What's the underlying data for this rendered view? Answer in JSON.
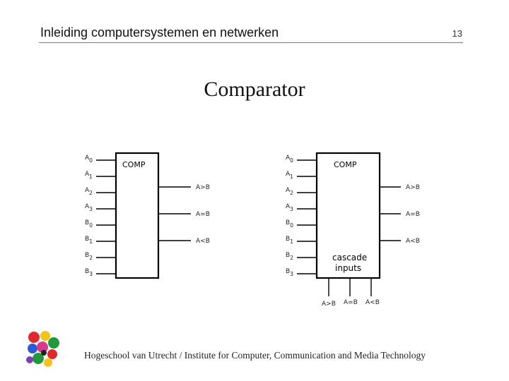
{
  "header": {
    "title": "Inleiding computersystemen en netwerken",
    "page_number": "13"
  },
  "slide": {
    "title": "Comparator"
  },
  "diagram_left": {
    "block_label": "COMP",
    "inputs": [
      "A",
      "A",
      "A",
      "A",
      "B",
      "B",
      "B",
      "B"
    ],
    "input_subs": [
      "0",
      "1",
      "2",
      "3",
      "0",
      "1",
      "2",
      "3"
    ],
    "outputs": [
      "A>B",
      "A=B",
      "A<B"
    ]
  },
  "diagram_right": {
    "block_label": "COMP",
    "inputs": [
      "A",
      "A",
      "A",
      "A",
      "B",
      "B",
      "B",
      "B"
    ],
    "input_subs": [
      "0",
      "1",
      "2",
      "3",
      "0",
      "1",
      "2",
      "3"
    ],
    "outputs": [
      "A>B",
      "A=B",
      "A<B"
    ],
    "cascade_label_1": "cascade",
    "cascade_label_2": "inputs",
    "cascade_inputs": [
      "A>B",
      "A=B",
      "A<B"
    ]
  },
  "footer": {
    "text": "Hogeschool van Utrecht / Institute for Computer, Communication and Media Technology"
  }
}
